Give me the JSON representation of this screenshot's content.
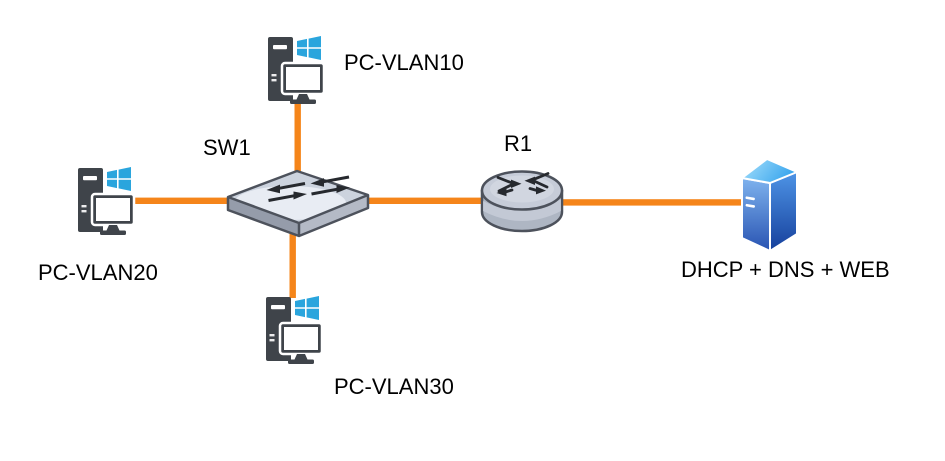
{
  "diagram": {
    "type": "network-topology",
    "nodes": {
      "pc_vlan10": {
        "label": "PC-VLAN10",
        "device": "windows-pc"
      },
      "pc_vlan20": {
        "label": "PC-VLAN20",
        "device": "windows-pc"
      },
      "pc_vlan30": {
        "label": "PC-VLAN30",
        "device": "windows-pc"
      },
      "sw1": {
        "label": "SW1",
        "device": "ethernet-switch"
      },
      "r1": {
        "label": "R1",
        "device": "router"
      },
      "server": {
        "label": "DHCP + DNS + WEB",
        "device": "server"
      }
    },
    "links": [
      {
        "from": "PC-VLAN10",
        "to": "SW1"
      },
      {
        "from": "PC-VLAN20",
        "to": "SW1"
      },
      {
        "from": "PC-VLAN30",
        "to": "SW1"
      },
      {
        "from": "SW1",
        "to": "R1"
      },
      {
        "from": "R1",
        "to": "DHCP + DNS + WEB"
      }
    ],
    "colors": {
      "background": "#ffffff",
      "link": "#f5851a",
      "label_text": "#000000",
      "windows_logo_blue": "#2aa5dd",
      "pc_body_gray": "#3f444a",
      "switch_top_gray": "#ccd3de",
      "router_gray": "#b0b7c4",
      "server_blue_light": "#56b9f2",
      "server_blue_dark": "#16409c"
    }
  }
}
